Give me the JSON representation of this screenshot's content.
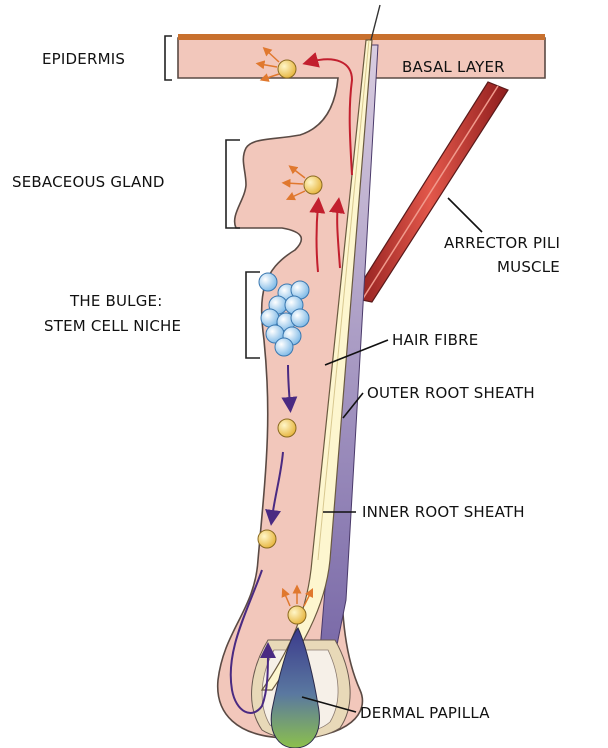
{
  "labels": {
    "epidermis": "EPIDERMIS",
    "basal_layer": "BASAL LAYER",
    "sebaceous_gland": "SEBACEOUS GLAND",
    "arrector_line1": "ARRECTOR PILI",
    "arrector_line2": "MUSCLE",
    "bulge_line1": "THE BULGE:",
    "bulge_line2": "STEM CELL NICHE",
    "hair_fibre": "HAIR FIBRE",
    "outer_root_sheath": "OUTER ROOT SHEATH",
    "inner_root_sheath": "INNER ROOT SHEATH",
    "dermal_papilla": "DERMAL PAPILLA"
  },
  "colors": {
    "skin": "#f2c7bb",
    "skin_outline": "#5a4a44",
    "surface": "#c8702e",
    "hair_fibre": "#fdf6cf",
    "inner_sheath": "#c8b0cc",
    "muscle": "#c8322f",
    "stem_cell": "#a9d4f2",
    "cell": "#f6d36a",
    "arrow_up": "#c21f2e",
    "arrow_down": "#4a2a82",
    "signal": "#e0782e",
    "papilla_top": "#3b3a8c",
    "papilla_bottom": "#7fb84a"
  }
}
